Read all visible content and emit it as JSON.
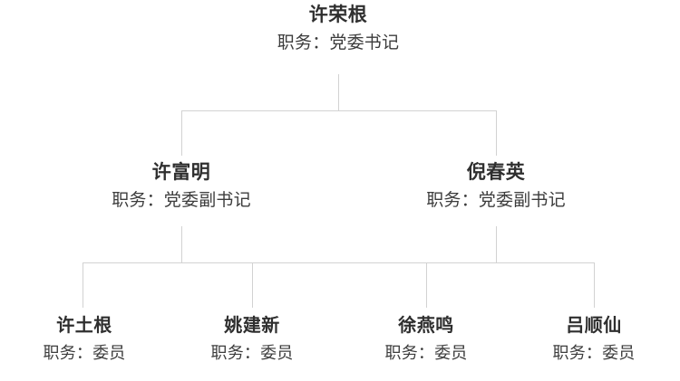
{
  "chart": {
    "type": "org-chart",
    "accent_line_color": "#d2d2d2",
    "text_color": "#333333",
    "background": "#ffffff",
    "title_prefix": "职务：",
    "levels": [
      {
        "level": 1,
        "nodes": [
          {
            "name": "许荣根",
            "title": "职务：党委书记"
          }
        ]
      },
      {
        "level": 2,
        "nodes": [
          {
            "name": "许富明",
            "title": "职务：党委副书记"
          },
          {
            "name": "倪春英",
            "title": "职务：党委副书记"
          }
        ]
      },
      {
        "level": 3,
        "nodes": [
          {
            "name": "许土根",
            "title": "职务：委员"
          },
          {
            "name": "姚建新",
            "title": "职务：委员"
          },
          {
            "name": "徐燕鸣",
            "title": "职务：委员"
          },
          {
            "name": "吕顺仙",
            "title": "职务：委员"
          }
        ]
      }
    ]
  }
}
